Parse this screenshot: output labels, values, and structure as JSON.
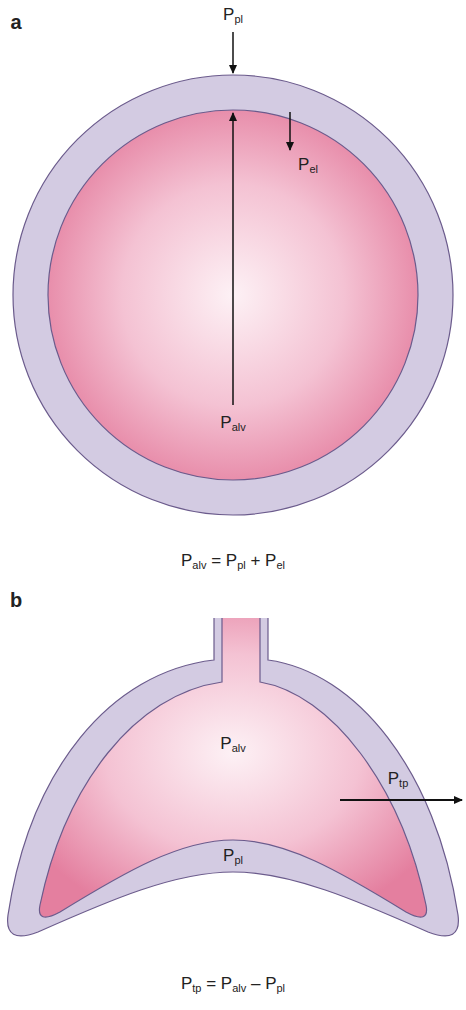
{
  "diagram": {
    "labels": [
      "a",
      "Ppl",
      "Palv",
      "Pel",
      "Palv = Ppl + Pel",
      "b",
      "Palv",
      "Ptp",
      "Ppl",
      "Ptp = Palv – Ppl"
    ]
  }
}
